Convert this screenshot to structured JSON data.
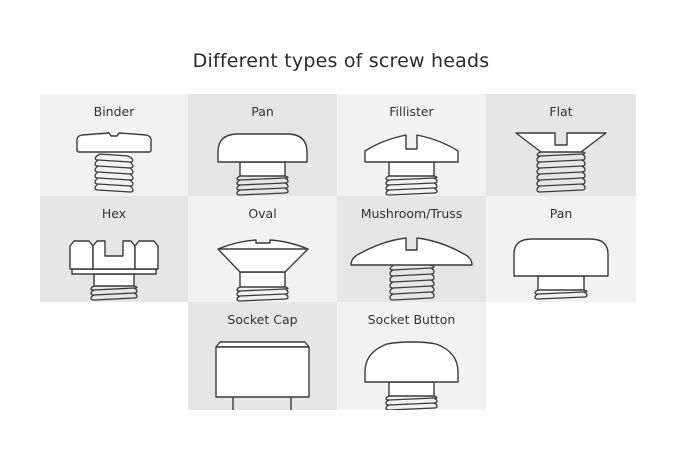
{
  "title": "Different types of screw heads",
  "grid": {
    "rows": [
      [
        {
          "label": "Binder",
          "shape": "binder-head"
        },
        {
          "label": "Pan",
          "shape": "pan-head"
        },
        {
          "label": "Fillister",
          "shape": "fillister-head"
        },
        {
          "label": "Flat",
          "shape": "flat-head"
        }
      ],
      [
        {
          "label": "Hex",
          "shape": "hex-head"
        },
        {
          "label": "Oval",
          "shape": "oval-head"
        },
        {
          "label": "Mushroom/Truss",
          "shape": "mushroom-truss-head"
        },
        {
          "label": "Pan",
          "shape": "pan-head"
        }
      ],
      [
        {
          "label": "Socket Cap",
          "shape": "socket-cap-head"
        },
        {
          "label": "Socket Button",
          "shape": "socket-button-head"
        }
      ]
    ]
  },
  "colors": {
    "background": "#ffffff",
    "cell_light": "#f2f2f2",
    "cell_dark": "#e6e6e6",
    "outline": "#3a3a3a",
    "text": "#2b2b2b"
  }
}
